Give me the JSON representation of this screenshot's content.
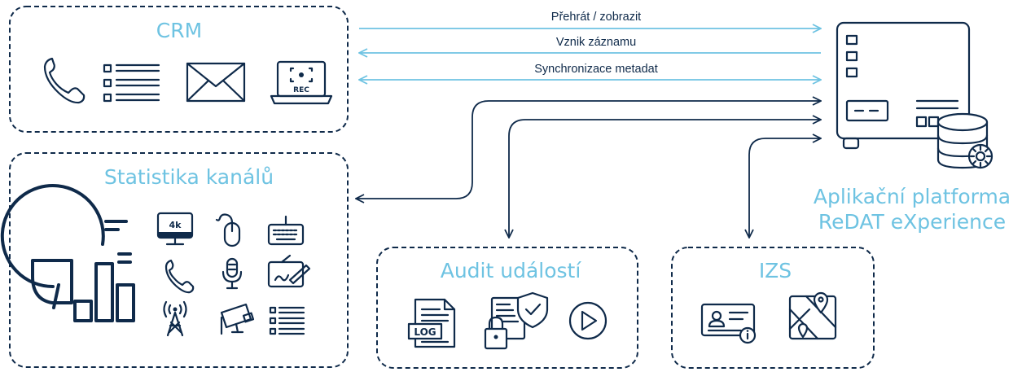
{
  "boxes": {
    "crm": "CRM",
    "stats": "Statistika kanálů",
    "audit": "Audit událostí",
    "izs": "IZS"
  },
  "platform": {
    "line1": "Aplikační platforma",
    "line2": "ReDAT eXperience"
  },
  "flows": {
    "play": "Přehrát / zobrazit",
    "record": "Vznik záznamu",
    "sync": "Synchronizace metadat"
  },
  "icons": {
    "rec": "REC",
    "res4k": "4k",
    "log": "LOG"
  },
  "colors": {
    "dark": "#0f2a4a",
    "accent": "#6ec3e2"
  }
}
